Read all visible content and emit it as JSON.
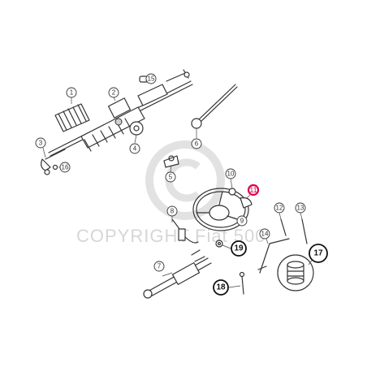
{
  "watermark": {
    "text": "COPYRIGHT",
    "symbol": "copyright-symbol",
    "brand": "Fiat 500"
  },
  "callouts": [
    {
      "id": "1",
      "style": "normal"
    },
    {
      "id": "2",
      "style": "normal"
    },
    {
      "id": "3",
      "style": "normal"
    },
    {
      "id": "4",
      "style": "normal"
    },
    {
      "id": "5",
      "style": "normal"
    },
    {
      "id": "6",
      "style": "normal"
    },
    {
      "id": "7",
      "style": "normal"
    },
    {
      "id": "8",
      "style": "normal"
    },
    {
      "id": "9",
      "style": "normal"
    },
    {
      "id": "10",
      "style": "normal"
    },
    {
      "id": "11",
      "style": "highlighted"
    },
    {
      "id": "12",
      "style": "normal"
    },
    {
      "id": "13",
      "style": "normal"
    },
    {
      "id": "14",
      "style": "normal"
    },
    {
      "id": "15",
      "style": "normal"
    },
    {
      "id": "16",
      "style": "normal"
    },
    {
      "id": "17",
      "style": "bold"
    },
    {
      "id": "18",
      "style": "bold"
    },
    {
      "id": "19",
      "style": "bold"
    }
  ],
  "colors": {
    "line": "#333333",
    "highlight": "#e0004d",
    "watermark": "#d6d6d6"
  }
}
